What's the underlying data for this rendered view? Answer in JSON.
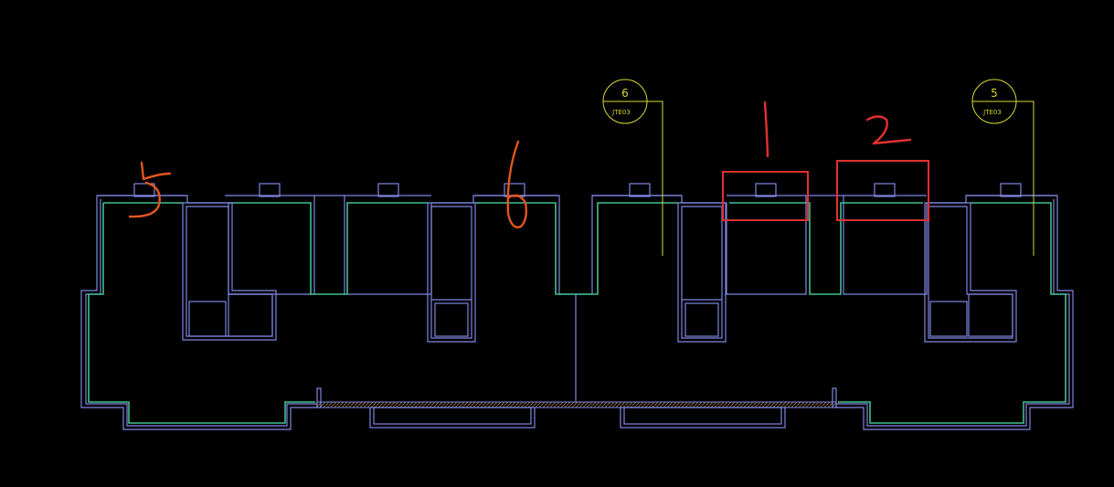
{
  "drawing": {
    "background": "#000000",
    "wall_color": "#7f86e0",
    "inner_line_color": "#3fbf8f",
    "annotation_color": "#d8d830",
    "handwriting_color": "#e2561f",
    "highlight_color": "#e23030"
  },
  "detail_tags": [
    {
      "number": "6",
      "ref": "JTE03"
    },
    {
      "number": "5",
      "ref": "JTE03"
    }
  ],
  "handwritten_marks": [
    {
      "label": "5",
      "color": "#e2561f"
    },
    {
      "label": "6",
      "color": "#e2561f"
    },
    {
      "label": "1",
      "color": "#e23030"
    },
    {
      "label": "2",
      "color": "#e23030"
    }
  ],
  "highlight_boxes": [
    {
      "label": "1",
      "color": "#e23030"
    },
    {
      "label": "2",
      "color": "#e23030"
    }
  ]
}
